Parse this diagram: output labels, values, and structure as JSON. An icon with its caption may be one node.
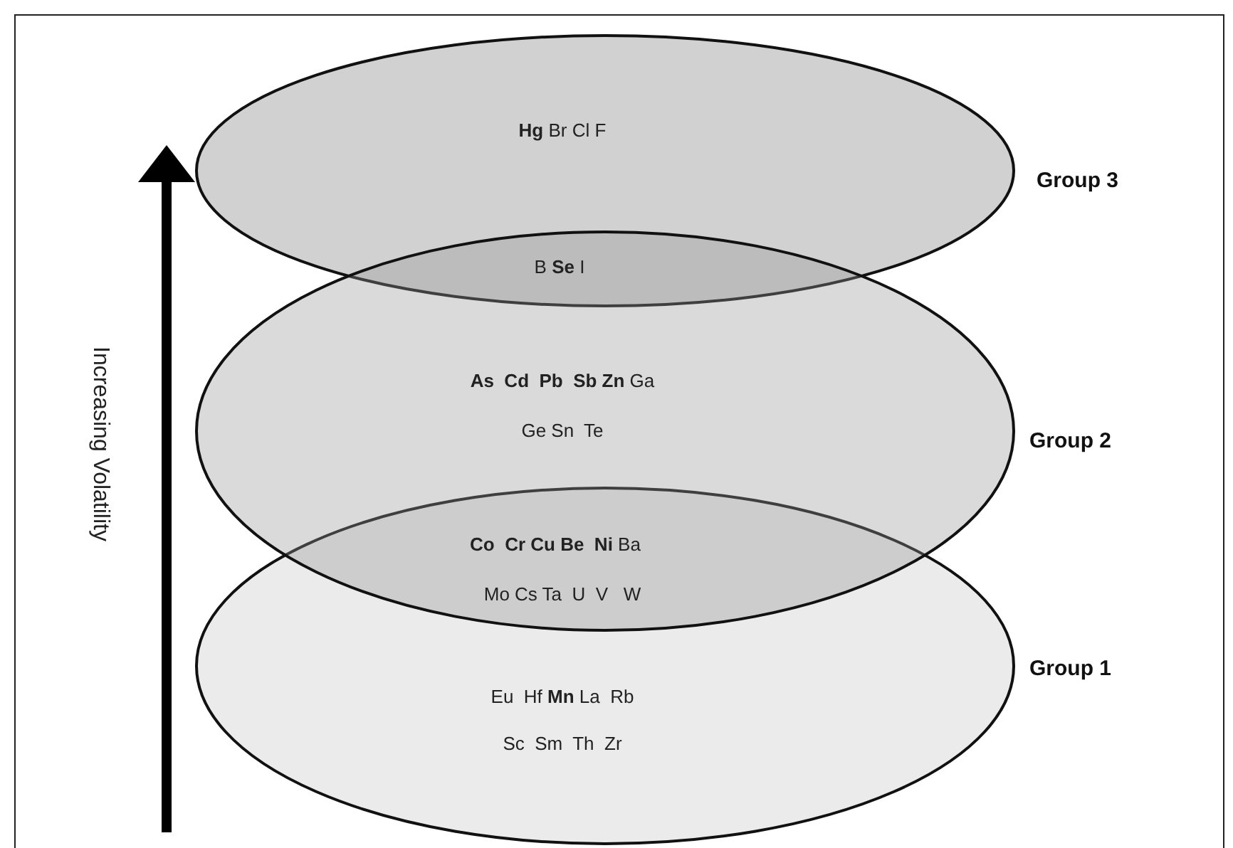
{
  "diagram": {
    "nodes": [
      {
        "text": [
          "**Hg** Br Cl F"
        ],
        "beside": [
          "Group 3"
        ]
      },
      {
        "text": [
          "**As  Cd  Pb  Sb Zn** Ga",
          "Ge Sn  Te"
        ],
        "beside": [
          "Group 2"
        ]
      },
      {
        "text": [
          "Eu  Hf **Mn** La  Rb",
          "Sc  Sm  Th  Zr"
        ],
        "beside": [
          "Group 1"
        ]
      }
    ],
    "edges": [],
    "labels": [
      "Increasing Volatility",
      "B **Se** I",
      "**Co  Cr Cu Be  Ni** Ba",
      "Mo Cs Ta  U  V   W"
    ]
  }
}
